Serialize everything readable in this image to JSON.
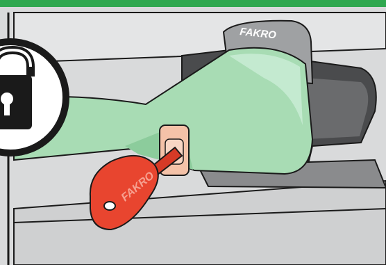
{
  "illustration": {
    "brand_on_handle_base": "FAKRO",
    "brand_on_key": "FAKRO",
    "icons": [
      "lock-icon",
      "window-handle",
      "key"
    ],
    "colors": {
      "accent_bar": "#2fa84f",
      "handle_green": "#a8dcb4",
      "key_red": "#e8452f",
      "frame_gray": "#d8d9da",
      "outline": "#1a1a1a"
    }
  }
}
